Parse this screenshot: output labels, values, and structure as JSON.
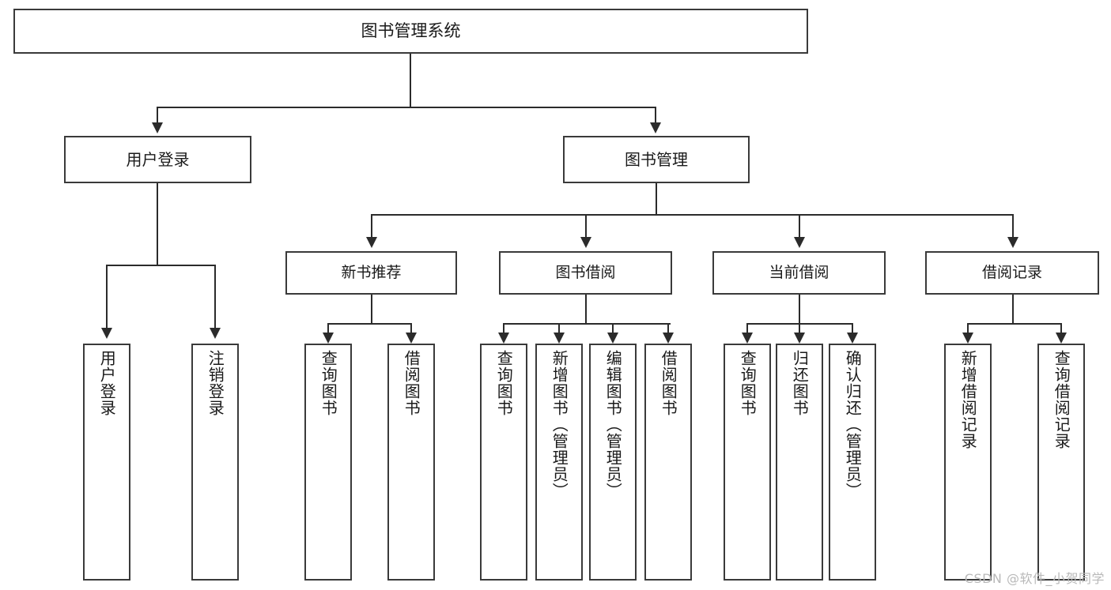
{
  "diagram": {
    "type": "hierarchy-tree",
    "root": {
      "label": "图书管理系统"
    },
    "level1": [
      {
        "label": "用户登录"
      },
      {
        "label": "图书管理"
      }
    ],
    "level2": [
      {
        "label": "新书推荐"
      },
      {
        "label": "图书借阅"
      },
      {
        "label": "当前借阅"
      },
      {
        "label": "借阅记录"
      }
    ],
    "leaves": {
      "user_login": [
        {
          "label": "用户登录"
        },
        {
          "label": "注销登录"
        }
      ],
      "new_book_recommend": [
        {
          "label": "查询图书"
        },
        {
          "label": "借阅图书"
        }
      ],
      "book_borrow": [
        {
          "label": "查询图书"
        },
        {
          "label": "新增图书（管理员）"
        },
        {
          "label": "编辑图书（管理员）"
        },
        {
          "label": "借阅图书"
        }
      ],
      "current_borrow": [
        {
          "label": "查询图书"
        },
        {
          "label": "归还图书"
        },
        {
          "label": "确认归还（管理员）"
        }
      ],
      "borrow_records": [
        {
          "label": "新增借阅记录"
        },
        {
          "label": "查询借阅记录"
        }
      ]
    }
  },
  "watermark": {
    "text": "CSDN @软件_小贺同学"
  },
  "colors": {
    "box_border": "#3a3a3a",
    "connector": "#2b2b2b",
    "background": "#ffffff",
    "text": "#1a1a1a",
    "watermark": "#b9b9b9"
  }
}
